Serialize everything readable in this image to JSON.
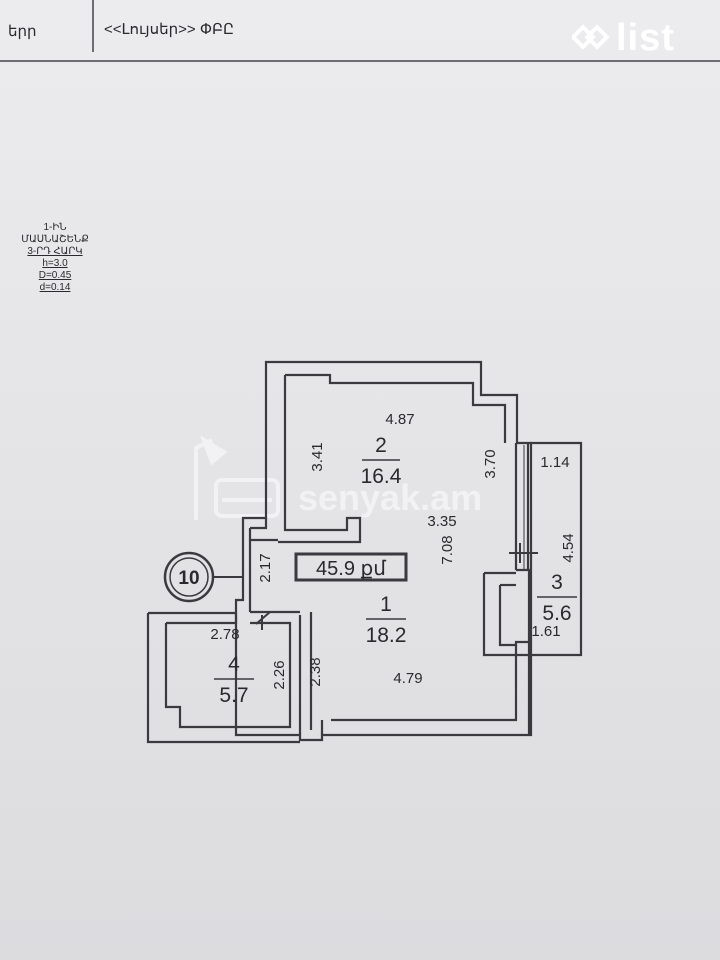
{
  "header": {
    "left_cell_text": "երր",
    "title": "<<Լույսեր>> ՓԲԸ"
  },
  "logo": {
    "icon": "list-logo-icon",
    "text": "list"
  },
  "watermark": {
    "text": "senyak.am",
    "icon": "lamp-sofa-icon"
  },
  "legend": {
    "line1": "1-ԻՆ ՄԱՍՆԱՇԵՆՔ",
    "line2": "3-ՐԴ ՀԱՐԿ",
    "h": "h=3.0",
    "D": "D=0.45",
    "d": "d=0.14"
  },
  "plan": {
    "entrance_number": "10",
    "total_area": "45.9 քմ",
    "rooms": [
      {
        "number": "1",
        "area": "18.2"
      },
      {
        "number": "2",
        "area": "16.4"
      },
      {
        "number": "3",
        "area": "5.6"
      },
      {
        "number": "4",
        "area": "5.7"
      }
    ],
    "dimensions": {
      "room2_width": "4.87",
      "room2_height": "3.41",
      "room2_right_height": "3.70",
      "balcony_width": "1.14",
      "balcony_height": "4.54",
      "room1_width_top": "3.35",
      "room1_height": "7.08",
      "entry_height": "2.17",
      "room3_width": "1.61",
      "room4_width": "2.78",
      "room4_height": "2.26",
      "room1_left_height": "2.38",
      "room1_width_bottom": "4.79"
    }
  },
  "colors": {
    "paper": "#e6e6e8",
    "line": "#3a3a3f",
    "text": "#2a2a2e"
  }
}
